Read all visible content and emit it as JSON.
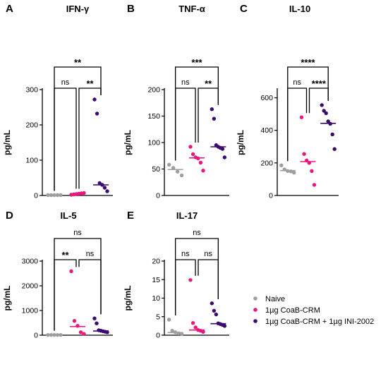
{
  "colors": {
    "naive": "#9e9e9e",
    "crm": "#e8177d",
    "crm_ini": "#3b0a6e"
  },
  "legend": [
    {
      "name": "Naive",
      "color": "#9e9e9e"
    },
    {
      "name": "1µg CoaB-CRM",
      "color": "#e8177d"
    },
    {
      "name": "1µg CoaB-CRM + 1µg INI-2002",
      "color": "#3b0a6e"
    }
  ],
  "chart_data": [
    {
      "type": "scatter",
      "letter": "A",
      "title": "IFN-γ",
      "ylabel": "pg/mL",
      "ylim": [
        0,
        300
      ],
      "yticks": [
        "0",
        "100",
        "200",
        "300"
      ],
      "groups": [
        "Naive",
        "1µg CoaB-CRM",
        "1µg CoaB-CRM + 1µg INI-2002"
      ],
      "series": [
        {
          "name": "Naive",
          "values": [
            1,
            1,
            1,
            1,
            1
          ],
          "median": 1
        },
        {
          "name": "1µg CoaB-CRM",
          "values": [
            2,
            3,
            4,
            5,
            6,
            7
          ],
          "median": 4.5
        },
        {
          "name": "1µg CoaB-CRM + 1µg INI-2002",
          "values": [
            272,
            232,
            35,
            30,
            22,
            12
          ],
          "median": 30
        }
      ],
      "comparisons": [
        {
          "pair": [
            0,
            1
          ],
          "label": "ns"
        },
        {
          "pair": [
            1,
            2
          ],
          "label": "**"
        },
        {
          "pair": [
            0,
            2
          ],
          "label": "**"
        }
      ]
    },
    {
      "type": "scatter",
      "letter": "B",
      "title": "TNF-α",
      "ylabel": "pg/mL",
      "ylim": [
        0,
        200
      ],
      "yticks": [
        "0",
        "50",
        "100",
        "150",
        "200"
      ],
      "groups": [
        "Naive",
        "1µg CoaB-CRM",
        "1µg CoaB-CRM + 1µg INI-2002"
      ],
      "series": [
        {
          "name": "Naive",
          "values": [
            58,
            52,
            45,
            38
          ],
          "median": 49
        },
        {
          "name": "1µg CoaB-CRM",
          "values": [
            92,
            78,
            72,
            70,
            62,
            47
          ],
          "median": 71
        },
        {
          "name": "1µg CoaB-CRM + 1µg INI-2002",
          "values": [
            163,
            145,
            95,
            92,
            90,
            88,
            72
          ],
          "median": 92
        }
      ],
      "comparisons": [
        {
          "pair": [
            0,
            1
          ],
          "label": "ns"
        },
        {
          "pair": [
            1,
            2
          ],
          "label": "**"
        },
        {
          "pair": [
            0,
            2
          ],
          "label": "***"
        }
      ]
    },
    {
      "type": "scatter",
      "letter": "C",
      "title": "IL-10",
      "ylabel": "pg/mL",
      "ylim": [
        0,
        650
      ],
      "yticks": [
        "0",
        "200",
        "400",
        "600"
      ],
      "groups": [
        "Naive",
        "1µg CoaB-CRM",
        "1µg CoaB-CRM + 1µg INI-2002"
      ],
      "series": [
        {
          "name": "Naive",
          "values": [
            185,
            160,
            150,
            148,
            140
          ],
          "median": 153
        },
        {
          "name": "1µg CoaB-CRM",
          "values": [
            480,
            255,
            215,
            200,
            150,
            65
          ],
          "median": 208
        },
        {
          "name": "1µg CoaB-CRM + 1µg INI-2002",
          "values": [
            555,
            520,
            505,
            455,
            440,
            375,
            285
          ],
          "median": 443
        }
      ],
      "comparisons": [
        {
          "pair": [
            0,
            1
          ],
          "label": "ns"
        },
        {
          "pair": [
            1,
            2
          ],
          "label": "****"
        },
        {
          "pair": [
            0,
            2
          ],
          "label": "****"
        }
      ]
    },
    {
      "type": "scatter",
      "letter": "D",
      "title": "IL-5",
      "ylabel": "pg/mL",
      "ylim": [
        0,
        3000
      ],
      "yticks": [
        "0",
        "1000",
        "2000",
        "3000"
      ],
      "groups": [
        "Naive",
        "1µg CoaB-CRM",
        "1µg CoaB-CRM + 1µg INI-2002"
      ],
      "series": [
        {
          "name": "Naive",
          "values": [
            10,
            10,
            10,
            10,
            10
          ],
          "median": 10
        },
        {
          "name": "1µg CoaB-CRM",
          "values": [
            2590,
            580,
            380,
            120,
            50
          ],
          "median": 350
        },
        {
          "name": "1µg CoaB-CRM + 1µg INI-2002",
          "values": [
            680,
            480,
            200,
            180,
            160,
            140,
            120
          ],
          "median": 170
        }
      ],
      "comparisons": [
        {
          "pair": [
            0,
            1
          ],
          "label": "**"
        },
        {
          "pair": [
            1,
            2
          ],
          "label": "ns"
        },
        {
          "pair": [
            0,
            2
          ],
          "label": "ns"
        }
      ]
    },
    {
      "type": "scatter",
      "letter": "E",
      "title": "IL-17",
      "ylabel": "pg/mL",
      "ylim": [
        0,
        20
      ],
      "yticks": [
        "0",
        "5",
        "10",
        "15",
        "20"
      ],
      "groups": [
        "Naive",
        "1µg CoaB-CRM",
        "1µg CoaB-CRM + 1µg INI-2002"
      ],
      "series": [
        {
          "name": "Naive",
          "values": [
            4.2,
            1.2,
            0.8,
            0.5,
            0.3
          ],
          "median": 0.7
        },
        {
          "name": "1µg CoaB-CRM",
          "values": [
            14.9,
            3.3,
            2.1,
            1.4,
            1.2,
            0.9
          ],
          "median": 1.4
        },
        {
          "name": "1µg CoaB-CRM + 1µg INI-2002",
          "values": [
            8.6,
            6.6,
            5.6,
            3.2,
            3.0,
            2.8,
            2.5
          ],
          "median": 3.1
        }
      ],
      "comparisons": [
        {
          "pair": [
            0,
            1
          ],
          "label": "ns"
        },
        {
          "pair": [
            1,
            2
          ],
          "label": "ns"
        },
        {
          "pair": [
            0,
            2
          ],
          "label": "ns"
        }
      ]
    }
  ]
}
